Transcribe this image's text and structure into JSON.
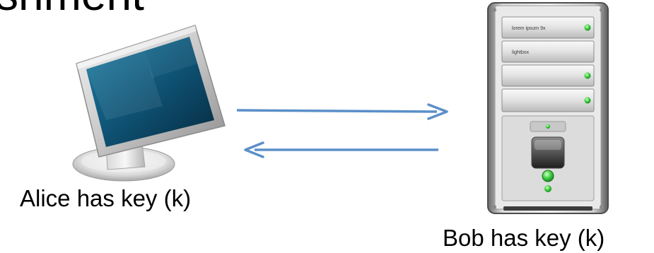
{
  "heading": {
    "partial_text": "shment"
  },
  "alice": {
    "label": "Alice has key (k)",
    "icon": "computer-monitor-icon"
  },
  "bob": {
    "label": "Bob has key (k)",
    "icon": "server-tower-icon"
  },
  "server": {
    "bay1_label": "lorem ipsum 9x",
    "bay2_label": "lightbox",
    "led_color": "#3fd23f"
  },
  "arrows": {
    "color": "#5b8fc9",
    "directions": [
      "alice-to-bob",
      "bob-to-alice"
    ]
  }
}
